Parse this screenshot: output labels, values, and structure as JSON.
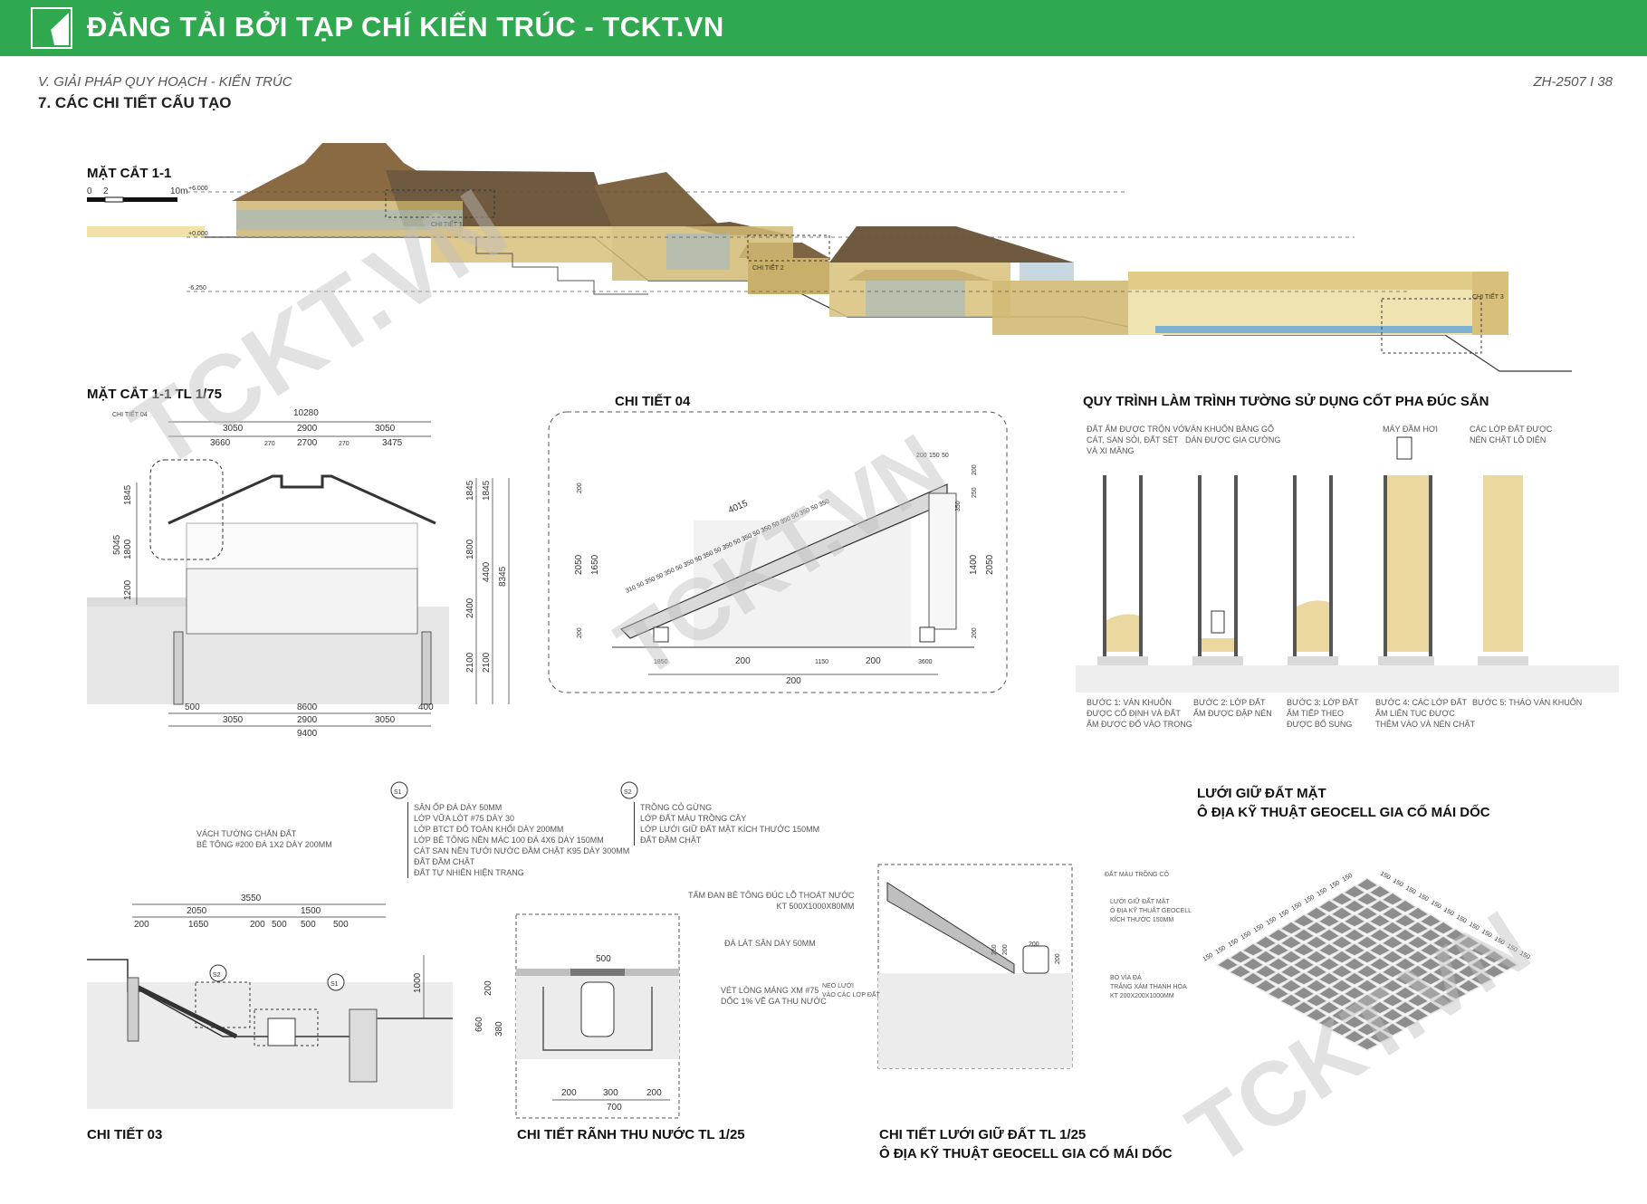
{
  "banner": {
    "title": "ĐĂNG TẢI BỞI TẠP CHÍ KIẾN TRÚC - TCKT.VN",
    "color": "#2fa84f"
  },
  "header": {
    "subtitle": "V. GIẢI PHÁP QUY HOẠCH - KIẾN TRÚC",
    "section": "7. CÁC CHI TIẾT CẤU TẠO",
    "page": "ZH-2507 I 38"
  },
  "section_main": {
    "title": "MẶT CẮT 1-1",
    "scale": {
      "start": "0",
      "mid": "2",
      "end": "10m"
    },
    "levels": [
      "+6.000",
      "+0.000",
      "-6.250"
    ],
    "callouts": [
      "CHI TIẾT 1",
      "CHI TIẾT 2",
      "CHI TIẾT 3"
    ]
  },
  "section_detail": {
    "title": "MẶT CẮT 1-1 TL 1/75",
    "callout": "CHI TIẾT 04",
    "top_dims": [
      "10280",
      "3050",
      "2900",
      "3050",
      "3660",
      "270",
      "2700",
      "270",
      "3475"
    ],
    "left_dims": [
      "1845",
      "5045",
      "1800",
      "1200"
    ],
    "right_dims": [
      "1845",
      "1800",
      "4400",
      "8345",
      "2400",
      "2100",
      "2100"
    ],
    "bottom_dims": [
      "500",
      "8600",
      "400",
      "3050",
      "2900",
      "3050",
      "9400"
    ]
  },
  "detail04": {
    "title": "CHI TIẾT 04",
    "slope_dims": [
      "310",
      "50",
      "350",
      "50",
      "350",
      "50",
      "350",
      "50",
      "350",
      "50",
      "350",
      "50",
      "350",
      "50",
      "350",
      "50",
      "350",
      "50",
      "350",
      "50",
      "350"
    ],
    "dims": [
      "4015",
      "200",
      "150",
      "50",
      "250",
      "200",
      "350",
      "1400",
      "2050",
      "2050",
      "1650",
      "200",
      "200",
      "200",
      "1850",
      "200",
      "1150",
      "200",
      "3600",
      "200"
    ]
  },
  "process": {
    "title": "QUY TRÌNH LÀM TRÌNH TƯỜNG SỬ DỤNG CỐT PHA ĐÚC SẴN",
    "top_notes": [
      [
        "ĐẤT ẨM ĐƯỢC TRỘN VỚI",
        "CÁT, SẠN SỎI, ĐẤT SÉT",
        "VÀ XI MĂNG"
      ],
      [
        "VÁN KHUÔN BẰNG GỖ",
        "DÁN ĐƯỢC GIA CƯỜNG"
      ],
      [],
      [
        "MÁY ĐẦM HƠI"
      ],
      [
        "CÁC LỚP ĐẤT ĐƯỢC",
        "NÉN CHẶT LỘ DIỆN"
      ]
    ],
    "steps": [
      [
        "BƯỚC 1: VÁN KHUÔN",
        "ĐƯỢC CỐ ĐỊNH VÀ ĐẤT",
        "ẨM ĐƯỢC ĐỔ VÀO TRONG"
      ],
      [
        "BƯỚC 2: LỚP ĐẤT",
        "ẨM ĐƯỢC ĐẬP NÉN"
      ],
      [
        "BƯỚC 3: LỚP ĐẤT",
        "ẨM TIẾP THEO",
        "ĐƯỢC BỔ SUNG"
      ],
      [
        "BƯỚC 4: CÁC LỚP ĐẤT",
        "ẨM LIÊN TỤC ĐƯỢC",
        "THÊM VÀO VÀ NÉN CHẶT"
      ],
      [
        "BƯỚC 5: THÁO VÁN KHUÔN"
      ]
    ]
  },
  "legend_s1": {
    "tag": "S1",
    "items": [
      "SÂN ỐP ĐÁ DÀY 50MM",
      "LỚP VỮA LÓT #75 DÀY 30",
      "LỚP BTCT ĐỔ TOÀN KHỐI DÀY 200MM",
      "LỚP BÊ TÔNG NỀN MÁC 100 ĐÁ 4X6 DÀY 150MM",
      "CÁT SAN NỀN TƯỚI NƯỚC ĐẦM CHẶT K95 DÀY 300MM",
      "ĐẤT ĐẦM CHẶT",
      "ĐẤT TỰ NHIÊN HIỆN TRẠNG"
    ]
  },
  "legend_s2": {
    "tag": "S2",
    "items": [
      "TRỒNG CỎ GỪNG",
      "LỚP ĐẤT MÀU TRỒNG CÂY",
      "LỚP LƯỚI GIỮ ĐẤT MẶT KÍCH THƯỚC 150MM",
      "ĐẤT ĐẦM CHẶT"
    ]
  },
  "detail03": {
    "title": "CHI TIẾT 03",
    "notes": [
      "VÁCH TƯỜNG CHẮN ĐẤT",
      "BÊ TÔNG #200 ĐÁ 1X2 DÀY 200MM"
    ],
    "dims": [
      "3550",
      "2050",
      "1500",
      "200",
      "1650",
      "200",
      "500",
      "500",
      "500",
      "1000"
    ],
    "tags": [
      "S2",
      "S1"
    ]
  },
  "drain": {
    "title": "CHI TIẾT RÃNH THU NƯỚC TL 1/25",
    "notes": [
      "TẤM ĐAN BÊ TÔNG ĐÚC LỖ THOÁT NƯỚC",
      "KT 500X1000X80MM",
      "ĐÁ LÁT SÂN DÀY 50MM",
      "VÉT LÒNG MÁNG XM #75",
      "DỐC 1% VỀ GA THU NƯỚC"
    ],
    "dims": [
      "500",
      "200",
      "660",
      "380",
      "200",
      "300",
      "200",
      "700"
    ]
  },
  "geo_detail": {
    "title": "CHI TIẾT LƯỚI GIỮ ĐẤT TL 1/25",
    "title2": "Ô ĐỊA KỸ THUẬT GEOCELL GIA CỐ MÁI DỐC",
    "notes": [
      "ĐẤT MÀU TRỒNG CỎ",
      "LƯỚI GIỮ ĐẤT MẶT",
      "Ô ĐỊA KỸ THUẬT GEOCELL",
      "KÍCH THƯỚC 150MM",
      "BÓ VỈA ĐÁ",
      "TRẮNG XÁM THANH HÓA",
      "KT 200X200X1000MM",
      "NEO LƯỚI",
      "VÀO CÁC LỚP ĐẤT"
    ],
    "dims": [
      "200",
      "250",
      "200",
      "200"
    ]
  },
  "geocell": {
    "title": "LƯỚI GIỮ ĐẤT MẶT",
    "title2": "Ô ĐỊA KỸ THUẬT GEOCELL GIA CỐ MÁI DỐC",
    "cell": "150"
  },
  "watermark": "TCKT.VN"
}
